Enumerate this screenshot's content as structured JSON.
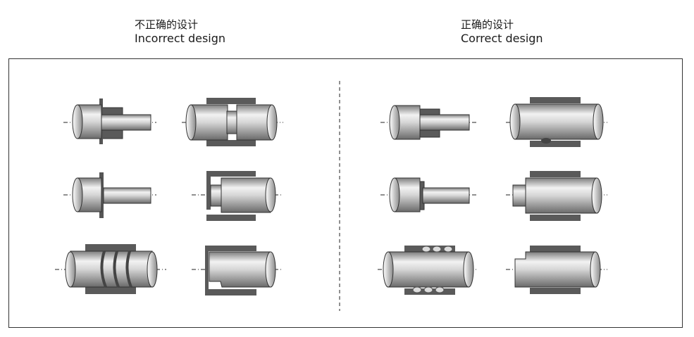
{
  "headers": {
    "incorrect": {
      "chinese": "不正确的设计",
      "english": "Incorrect design"
    },
    "correct": {
      "chinese": "正确的设计",
      "english": "Correct design"
    }
  },
  "colors": {
    "flange": "#555555",
    "bushing": "#5a5a5a",
    "outline": "#333333",
    "axis": "#222222",
    "frame": "#333333"
  },
  "groups": [
    {
      "side": "incorrect",
      "examples": [
        {
          "kind": "shaft-with-collar"
        },
        {
          "kind": "split-shaft-in-bushing"
        },
        {
          "kind": "shaft-thin-flange"
        },
        {
          "kind": "stepped-shaft-in-bushing"
        },
        {
          "kind": "threaded-shaft-in-bushing"
        },
        {
          "kind": "notched-shaft-in-bushing"
        }
      ]
    },
    {
      "side": "correct",
      "examples": [
        {
          "kind": "shaft-with-collar"
        },
        {
          "kind": "shaft-with-groove-in-bushing"
        },
        {
          "kind": "shaft-with-collar-short"
        },
        {
          "kind": "stepped-shaft-in-bushing"
        },
        {
          "kind": "threaded-insert-shaft-in-bushing"
        },
        {
          "kind": "stepped-shaft-in-bushing"
        }
      ]
    }
  ]
}
